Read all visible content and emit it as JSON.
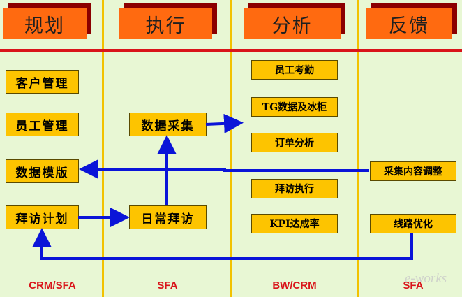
{
  "headers": {
    "plan": "规划",
    "execute": "执行",
    "analyze": "分析",
    "feedback": "反馈"
  },
  "plan_boxes": {
    "customer_mgmt": "客户管理",
    "staff_mgmt": "员工管理",
    "data_template": "数据模版",
    "visit_plan": "拜访计划"
  },
  "execute_boxes": {
    "data_collection": "数据采集",
    "daily_visit": "日常拜访"
  },
  "analyze_boxes": {
    "attendance": "员工考勤",
    "tg_data": "TG数据及冰柜",
    "order_analysis": "订单分析",
    "visit_execution": "拜访执行",
    "kpi_rate": "KPI达成率"
  },
  "feedback_boxes": {
    "content_adjust": "采集内容调整",
    "route_optimize": "线路优化"
  },
  "footers": {
    "plan": "CRM/SFA",
    "execute": "SFA",
    "analyze": "BW/CRM",
    "feedback": "SFA"
  },
  "watermark": "e-works",
  "colors": {
    "background": "#e8f7d4",
    "header": "#ff6a10",
    "header_shadow": "#8b0000",
    "box": "#fdc400",
    "arrow": "#0a14d8",
    "footer_text": "#d9141a",
    "separator": "#f2c200"
  }
}
